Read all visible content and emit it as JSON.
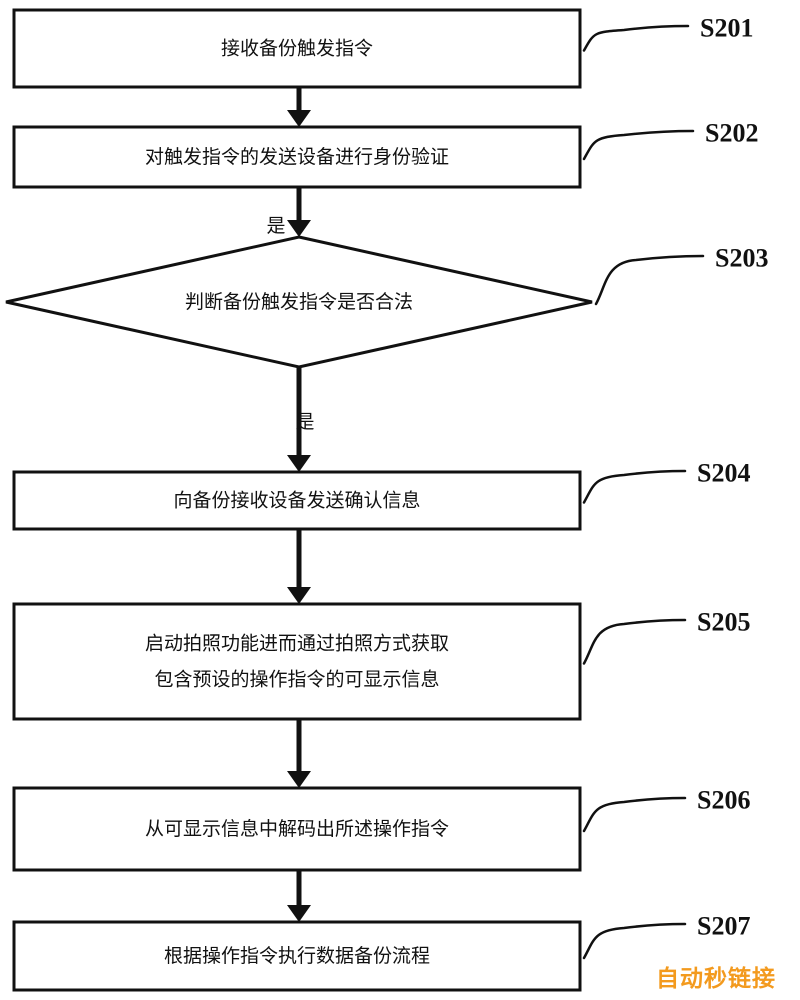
{
  "nodes": [
    {
      "id": "s201",
      "shape": "rect",
      "lines": [
        "接收备份触发指令"
      ],
      "tag": "S201"
    },
    {
      "id": "s202",
      "shape": "rect",
      "lines": [
        "对触发指令的发送设备进行身份验证"
      ],
      "tag": "S202"
    },
    {
      "id": "s203",
      "shape": "diamond",
      "lines": [
        "判断备份触发指令是否合法"
      ],
      "tag": "S203"
    },
    {
      "id": "s204",
      "shape": "rect",
      "lines": [
        "向备份接收设备发送确认信息"
      ],
      "tag": "S204"
    },
    {
      "id": "s205",
      "shape": "rect",
      "lines": [
        "启动拍照功能进而通过拍照方式获取",
        "包含预设的操作指令的可显示信息"
      ],
      "tag": "S205"
    },
    {
      "id": "s206",
      "shape": "rect",
      "lines": [
        "从可显示信息中解码出所述操作指令"
      ],
      "tag": "S206"
    },
    {
      "id": "s207",
      "shape": "rect",
      "lines": [
        "根据操作指令执行数据备份流程"
      ],
      "tag": "S207"
    }
  ],
  "edges": [
    {
      "from": "s201",
      "to": "s202",
      "label": ""
    },
    {
      "from": "s202",
      "to": "s203",
      "label": "是"
    },
    {
      "from": "s203",
      "to": "s204",
      "label": "是"
    },
    {
      "from": "s204",
      "to": "s205",
      "label": ""
    },
    {
      "from": "s205",
      "to": "s206",
      "label": ""
    },
    {
      "from": "s206",
      "to": "s207",
      "label": ""
    }
  ],
  "watermark": {
    "text": "自动秒链接",
    "color": "#f39a1e"
  }
}
